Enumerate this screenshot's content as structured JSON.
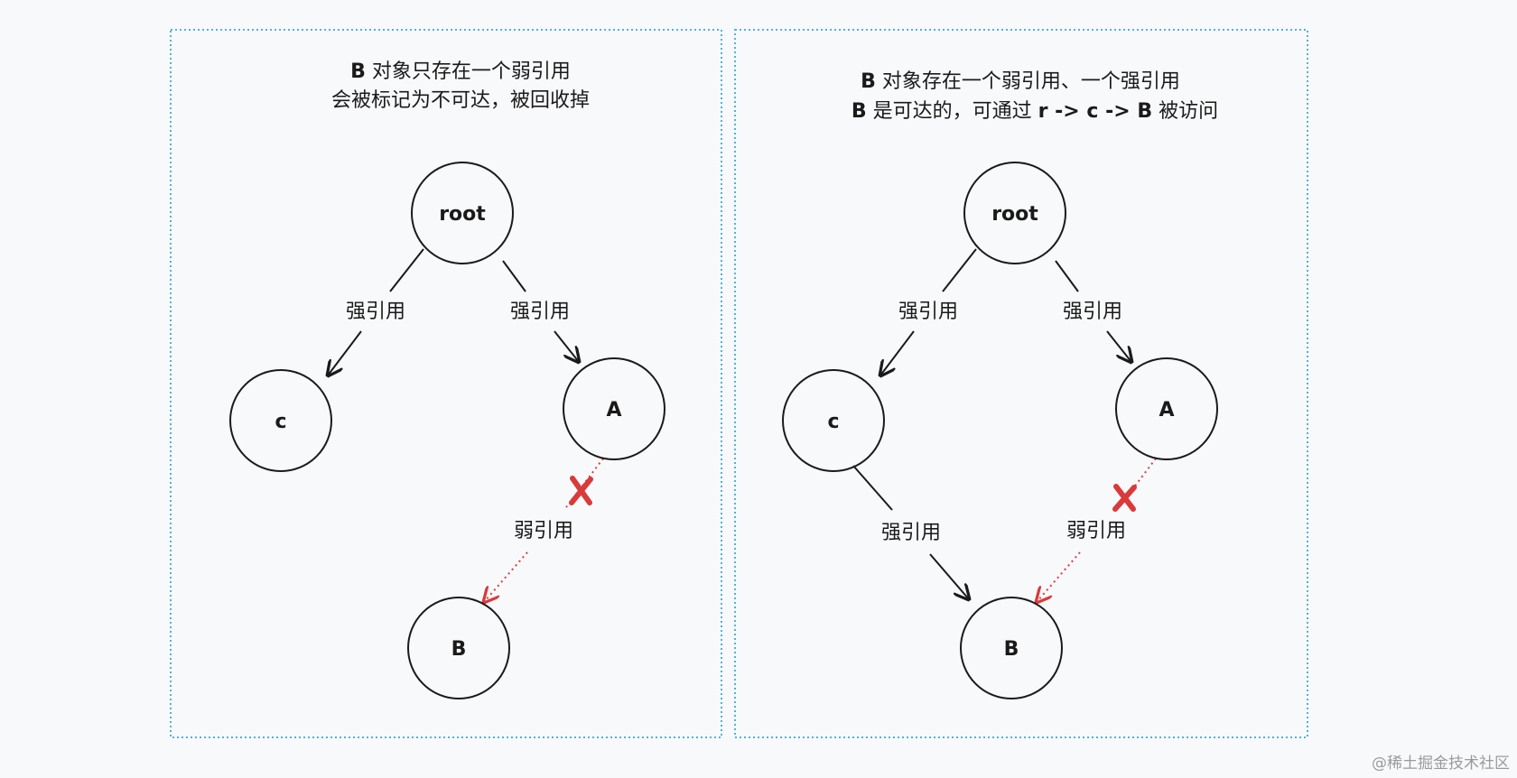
{
  "colors": {
    "panel_border": "#4fb3d9",
    "node_stroke": "#1a1a1a",
    "strong_edge": "#1a1a1a",
    "weak_edge": "#d93a3a",
    "cross_mark": "#d93a3a",
    "background": "#f8f9fb"
  },
  "left_panel": {
    "caption_line1_prefix": "B",
    "caption_line1_text": " 对象只存在一个弱引用",
    "caption_line2": "会被标记为不可达，被回收掉",
    "nodes": {
      "root": "root",
      "c": "c",
      "a": "A",
      "b": "B"
    },
    "edges": {
      "root_c": "强引用",
      "root_a": "强引用",
      "a_b": "弱引用"
    },
    "broken_marker": "cross-icon"
  },
  "right_panel": {
    "caption_line1_prefix": "B",
    "caption_line1_text": " 对象存在一个弱引用、一个强引用",
    "caption_line2_prefix": "B",
    "caption_line2_middle": " 是可达的，可通过 ",
    "caption_line2_path": "r -> c -> B",
    "caption_line2_suffix": " 被访问",
    "nodes": {
      "root": "root",
      "c": "c",
      "a": "A",
      "b": "B"
    },
    "edges": {
      "root_c": "强引用",
      "root_a": "强引用",
      "c_b": "强引用",
      "a_b": "弱引用"
    },
    "broken_marker": "cross-icon"
  },
  "watermark": "@稀土掘金技术社区"
}
